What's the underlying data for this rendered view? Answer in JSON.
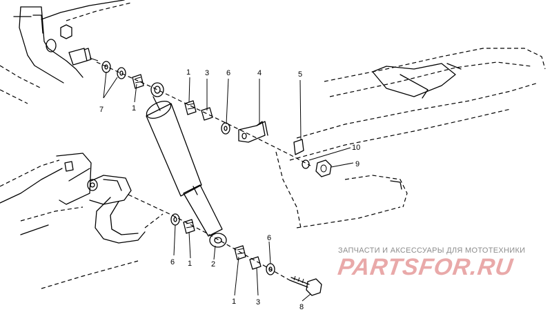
{
  "callouts": {
    "c7": "7",
    "c1_top_left": "1",
    "c1_top": "1",
    "c3_top": "3",
    "c6_top": "6",
    "c4": "4",
    "c5": "5",
    "c10": "10",
    "c9": "9",
    "c6_bottom_left": "6",
    "c1_bottom_left": "1",
    "c2": "2",
    "c6_bottom": "6",
    "c1_bottom": "1",
    "c3_bottom": "3",
    "c8": "8"
  },
  "watermark": {
    "caption": "ЗАПЧАСТИ И АКСЕССУАРЫ ДЛЯ МОТОТЕХНИКИ",
    "logo": "PARTSFOR.RU"
  }
}
